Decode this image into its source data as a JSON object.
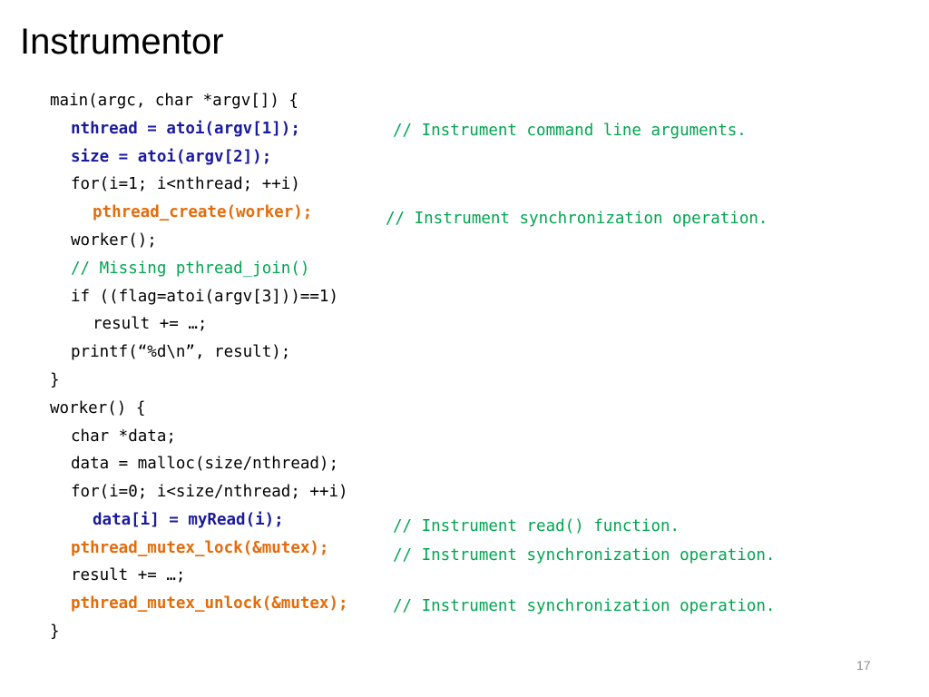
{
  "slide": {
    "title": "Instrumentor",
    "page_number": "17"
  },
  "code": {
    "lines": [
      "main(argc, char *argv[]) {",
      "nthread = atoi(argv[1]);",
      "size = atoi(argv[2]);",
      "for(i=1; i<nthread; ++i)",
      "pthread_create(worker);",
      "worker();",
      "// Missing pthread_join()",
      "if ((flag=atoi(argv[3]))==1)",
      "result += …;",
      "printf(“%d\\n”, result);",
      "}",
      "worker() {",
      "char *data;",
      "data = malloc(size/nthread);",
      "for(i=0; i<size/nthread; ++i)",
      "data[i] = myRead(i);",
      "pthread_mutex_lock(&mutex);",
      "result += …;",
      "pthread_mutex_unlock(&mutex);",
      "}"
    ]
  },
  "comments": {
    "cmd_args": "// Instrument command line arguments.",
    "sync_create": "// Instrument synchronization operation.",
    "read_fn": "// Instrument read() function.",
    "sync_lock": "// Instrument synchronization operation.",
    "sync_unlock": "// Instrument synchronization operation."
  },
  "colors": {
    "instrumented_input": "#1a1a9c",
    "instrumented_sync": "#e36c0a",
    "comment": "#00a550",
    "text": "#000000",
    "page_number": "#8c8c8c"
  }
}
